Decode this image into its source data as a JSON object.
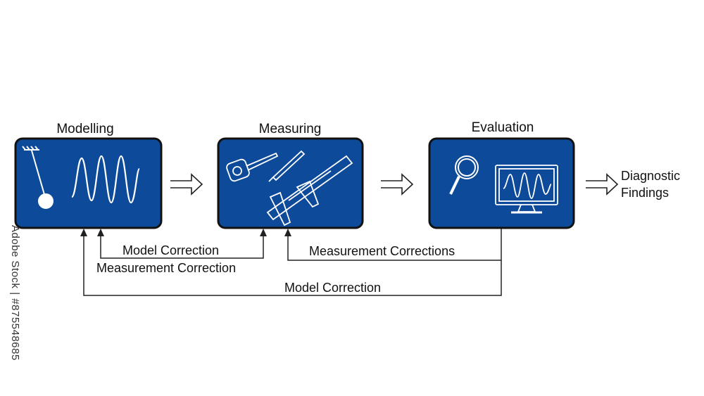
{
  "stages": [
    {
      "title": "Modelling"
    },
    {
      "title": "Measuring"
    },
    {
      "title": "Evaluation"
    }
  ],
  "output": {
    "line1": "Diagnostic",
    "line2": "Findings"
  },
  "feedback": {
    "model_correction_inner": "Model Correction",
    "measurement_correction": "Measurement Correction",
    "measurement_corrections": "Measurement Corrections",
    "model_correction_outer": "Model Correction"
  },
  "watermark": "Adobe Stock | #875548685",
  "colors": {
    "panel": "#0d4a9a",
    "panel_border": "#111111",
    "line": "#222222"
  }
}
